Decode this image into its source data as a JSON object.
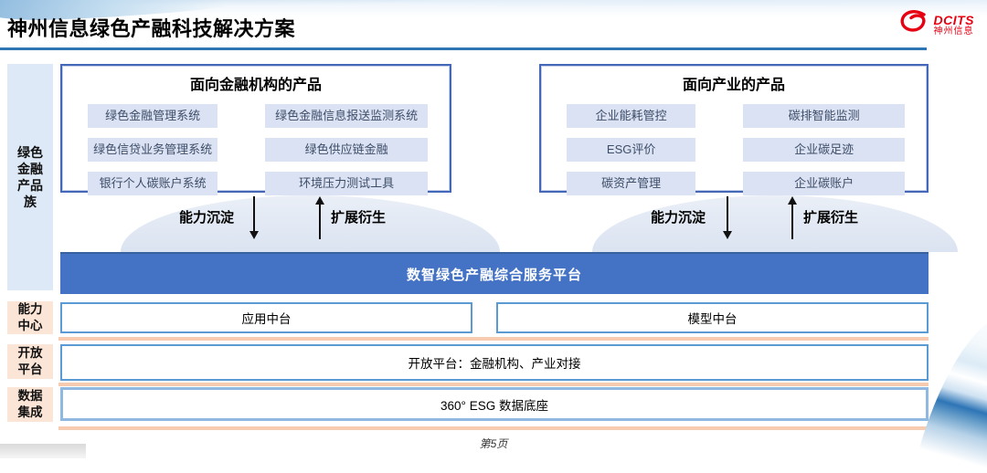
{
  "header": {
    "title": "神州信息绿色产融科技解决方案",
    "logo_brand": "DCITS",
    "logo_brand_cn": "神州信息"
  },
  "left_labels": {
    "products": "绿色金融产品族",
    "capability": "能力中心",
    "open": "开放平台",
    "data": "数据集成"
  },
  "product_boxes": [
    {
      "title": "面向金融机构的产品",
      "items": [
        "绿色金融管理系统",
        "绿色金融信息报送监测系统",
        "绿色信贷业务管理系统",
        "绿色供应链金融",
        "银行个人碳账户系统",
        "环境压力测试工具"
      ]
    },
    {
      "title": "面向产业的产品",
      "items": [
        "企业能耗管控",
        "碳排智能监测",
        "ESG评价",
        "企业碳足迹",
        "碳资产管理",
        "企业碳账户"
      ]
    }
  ],
  "flow": {
    "settle": "能力沉淀",
    "derive": "扩展衍生"
  },
  "platform": "数智绿色产融综合服务平台",
  "middle_row": {
    "app": "应用中台",
    "model": "模型中台"
  },
  "open_row": "开放平台：金融机构、产业对接",
  "data_row": "360° ESG 数据底座",
  "footer": {
    "page": "第5页"
  },
  "colors": {
    "platform_blue": "#4472c4",
    "box_border_blue": "#4467b8",
    "row_border_blue": "#5b9bd5",
    "data_border_blue": "#8fb9e0",
    "title_rule_blue": "#2e75b6",
    "item_bg": "#dbe2f3",
    "rail_blue_bg": "#dde9f6",
    "rail_peach_bg": "#fbe5d6",
    "divider_peach": "#f6cbb0",
    "logo_red": "#e60012"
  }
}
